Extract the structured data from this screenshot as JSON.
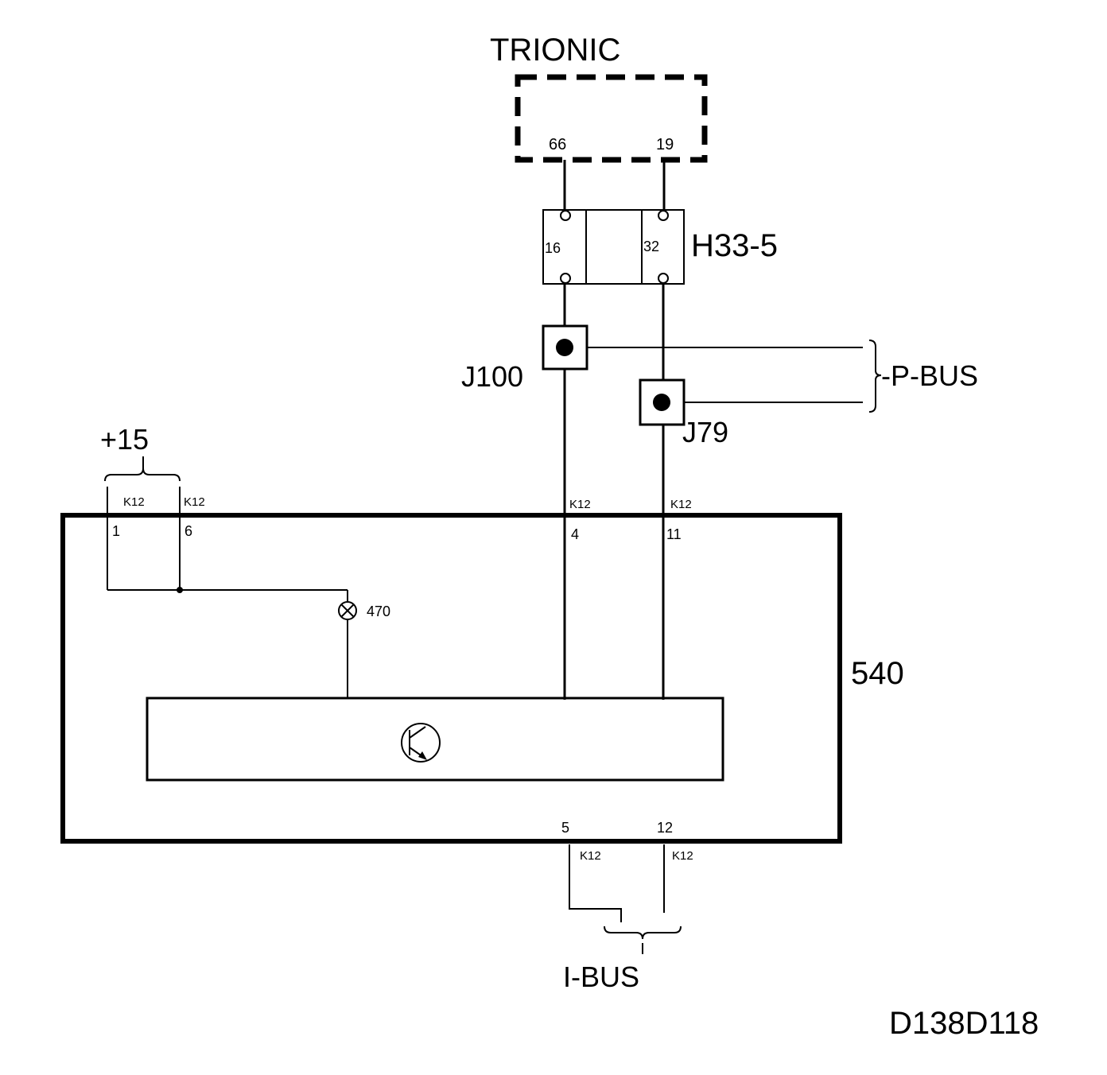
{
  "ecu": {
    "label": "TRIONIC",
    "pins": [
      "66",
      "19"
    ]
  },
  "connector_h33": {
    "label": "H33-5",
    "pins": [
      "16",
      "32"
    ]
  },
  "junctions": {
    "j100": "J100",
    "j79": "J79"
  },
  "p_bus_label": "-P-BUS",
  "supply_label": "+15",
  "module": {
    "label": "540",
    "pins_top": [
      "1",
      "6",
      "4",
      "11"
    ],
    "pins_bottom": [
      "5",
      "12"
    ],
    "connector_code": "K12",
    "lamp_label": "470"
  },
  "i_bus_label": "I-BUS",
  "diagram_code": "D138D118"
}
